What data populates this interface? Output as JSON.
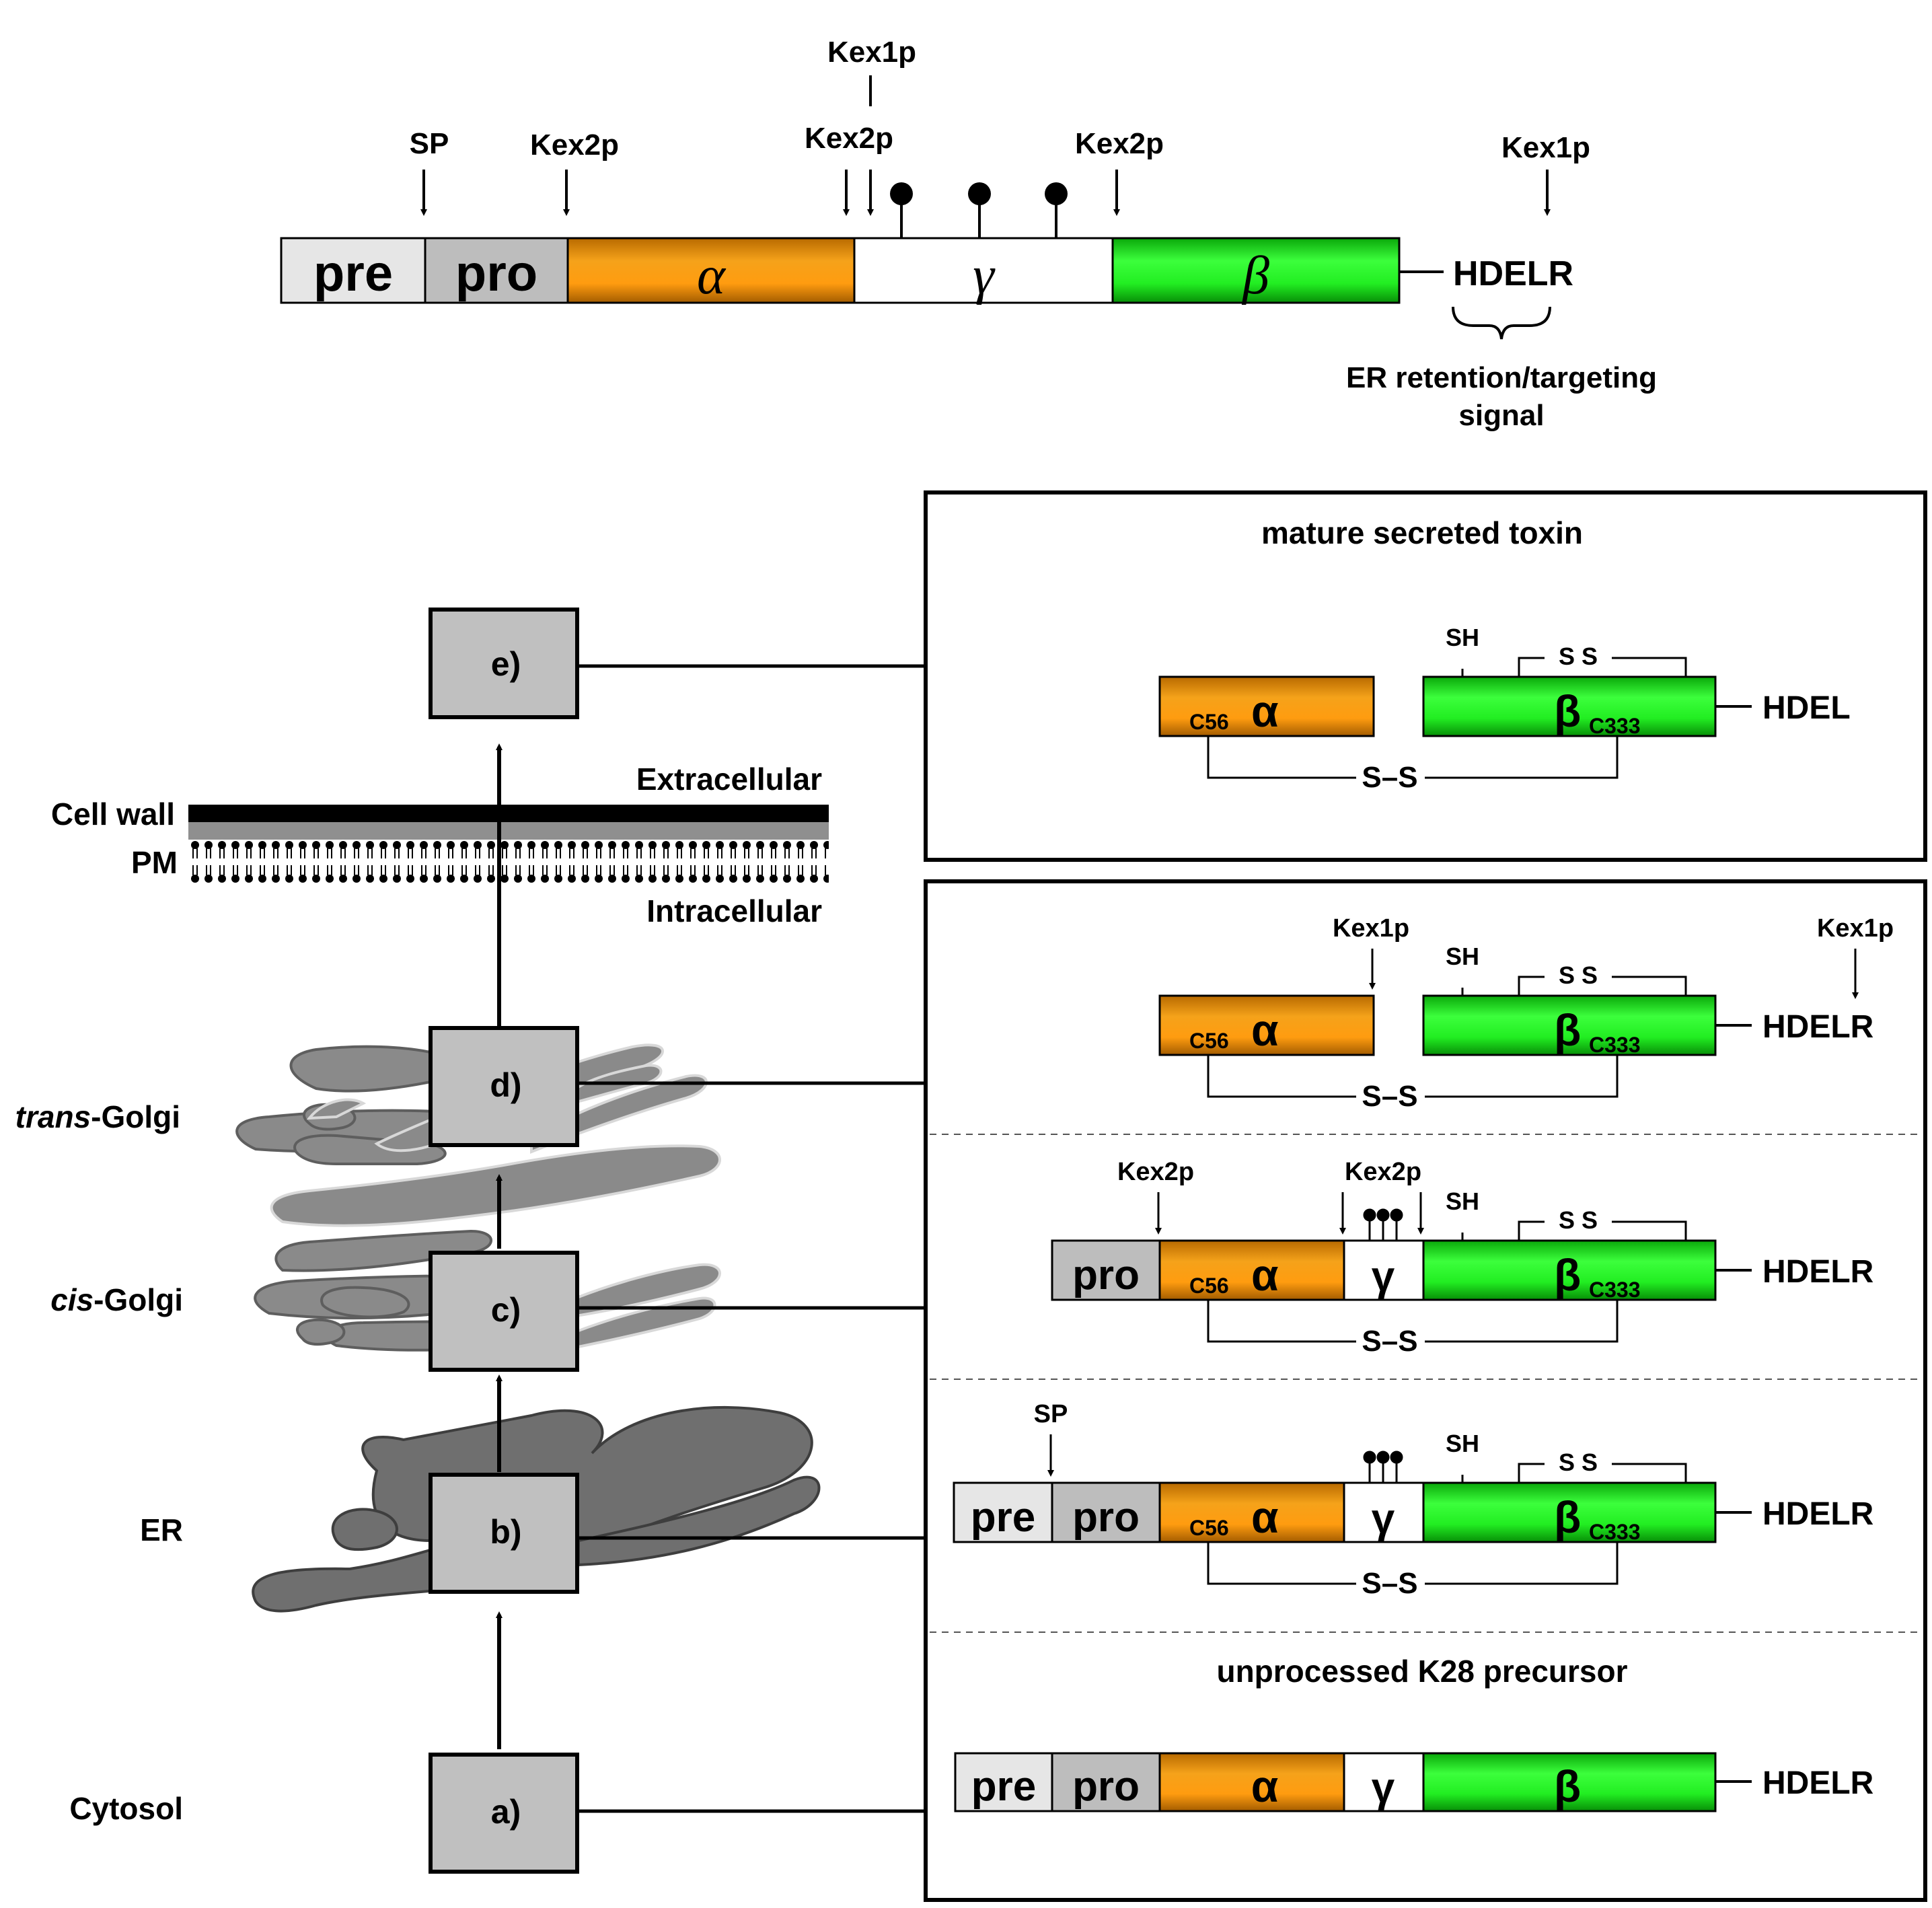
{
  "top": {
    "seg_pre": "pre",
    "seg_pro": "pro",
    "seg_alpha": "α",
    "seg_gamma": "γ",
    "seg_beta": "β",
    "hdelr": "HDELR",
    "sp": "SP",
    "kex2p_1": "Kex2p",
    "kex2p_2": "Kex2p",
    "kex2p_3": "Kex2p",
    "kex1p_1": "Kex1p",
    "kex1p_2": "Kex1p",
    "er_signal_line1": "ER retention/targeting",
    "er_signal_line2": "signal"
  },
  "compartments": {
    "cell_wall": "Cell wall",
    "pm": "PM",
    "extracellular": "Extracellular",
    "intracellular": "Intracellular",
    "trans_golgi_italic": "trans",
    "trans_golgi_rest": "-Golgi",
    "cis_golgi_italic": "cis",
    "cis_golgi_rest": "-Golgi",
    "er": "ER",
    "cytosol": "Cytosol"
  },
  "steps": {
    "a": "a)",
    "b": "b)",
    "c": "c)",
    "d": "d)",
    "e": "e)"
  },
  "panels": {
    "mature_title": "mature secreted toxin",
    "precursor_title": "unprocessed K28 precursor",
    "pre": "pre",
    "pro": "pro",
    "alpha": "α",
    "gamma": "γ",
    "beta": "β",
    "c56": "C56",
    "c333": "C333",
    "sh": "SH",
    "ss_top": "S  S",
    "ss_bottom": "S–S",
    "hdel": "HDEL",
    "hdelr": "HDELR",
    "kex1p": "Kex1p",
    "kex2p": "Kex2p",
    "sp": "SP"
  },
  "colors": {
    "alpha": "#f39200",
    "beta": "#1ee61e",
    "pre": "#e6e6e6",
    "pro": "#bdbdbd",
    "step_box": "#c0c0c0",
    "organelle": "#7a7a7a"
  }
}
